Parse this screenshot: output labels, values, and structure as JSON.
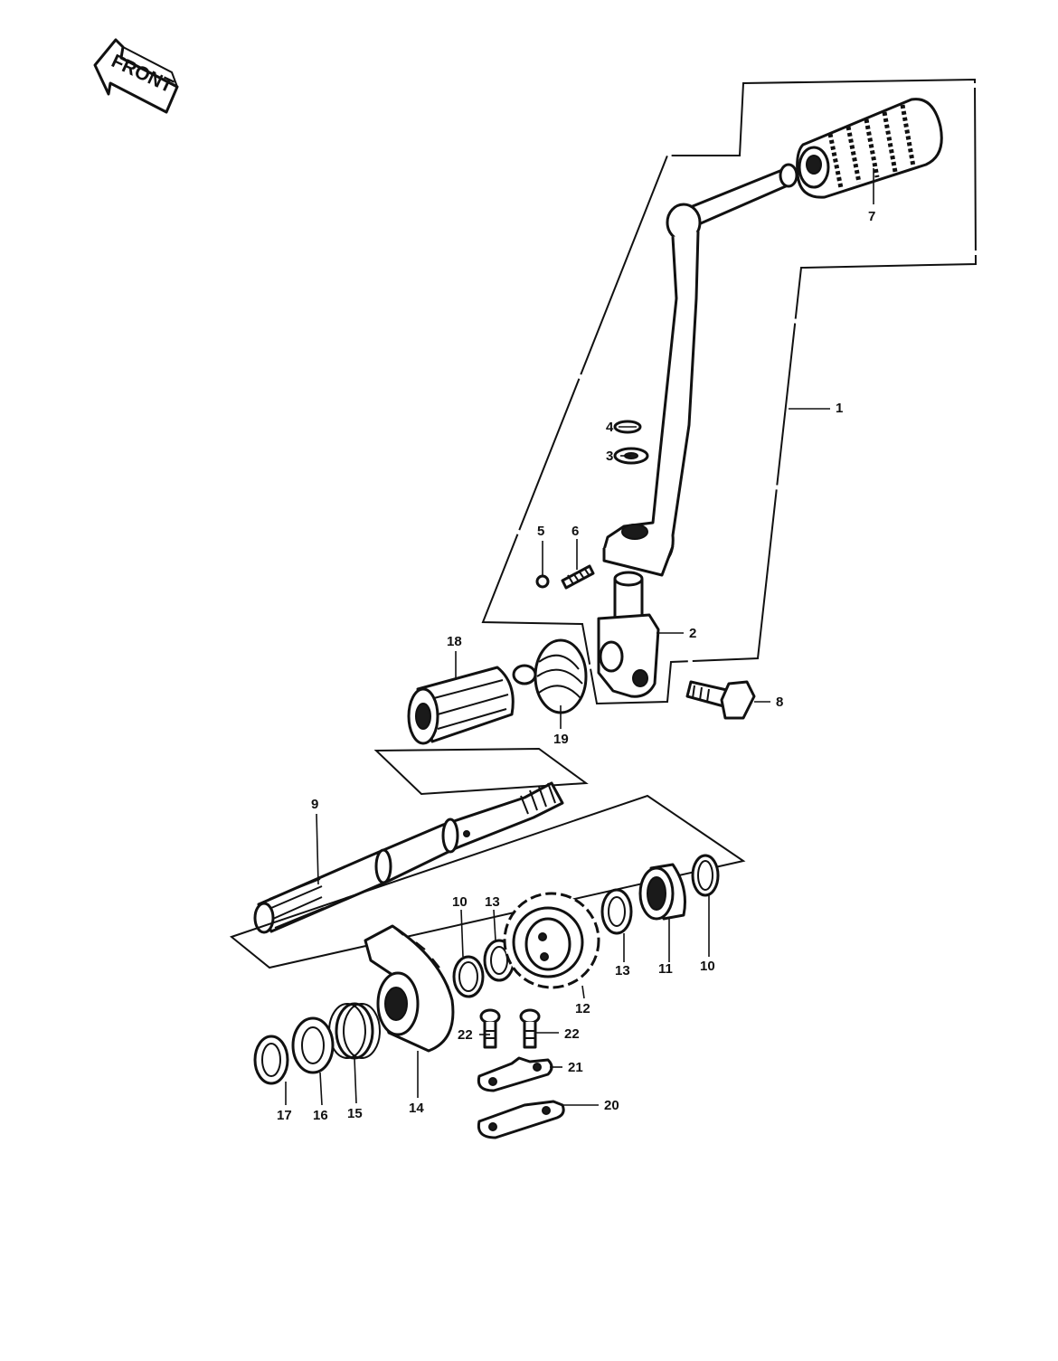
{
  "front_label": "FRONT",
  "callouts": [
    {
      "id": "1",
      "label": "1"
    },
    {
      "id": "2",
      "label": "2"
    },
    {
      "id": "3",
      "label": "3"
    },
    {
      "id": "4",
      "label": "4"
    },
    {
      "id": "5",
      "label": "5"
    },
    {
      "id": "6",
      "label": "6"
    },
    {
      "id": "7",
      "label": "7"
    },
    {
      "id": "8",
      "label": "8"
    },
    {
      "id": "9",
      "label": "9"
    },
    {
      "id": "10a",
      "label": "10"
    },
    {
      "id": "10b",
      "label": "10"
    },
    {
      "id": "11",
      "label": "11"
    },
    {
      "id": "12",
      "label": "12"
    },
    {
      "id": "13a",
      "label": "13"
    },
    {
      "id": "13b",
      "label": "13"
    },
    {
      "id": "14",
      "label": "14"
    },
    {
      "id": "15",
      "label": "15"
    },
    {
      "id": "16",
      "label": "16"
    },
    {
      "id": "17",
      "label": "17"
    },
    {
      "id": "18",
      "label": "18"
    },
    {
      "id": "19",
      "label": "19"
    },
    {
      "id": "20",
      "label": "20"
    },
    {
      "id": "21",
      "label": "21"
    },
    {
      "id": "22a",
      "label": "22"
    },
    {
      "id": "22b",
      "label": "22"
    }
  ]
}
